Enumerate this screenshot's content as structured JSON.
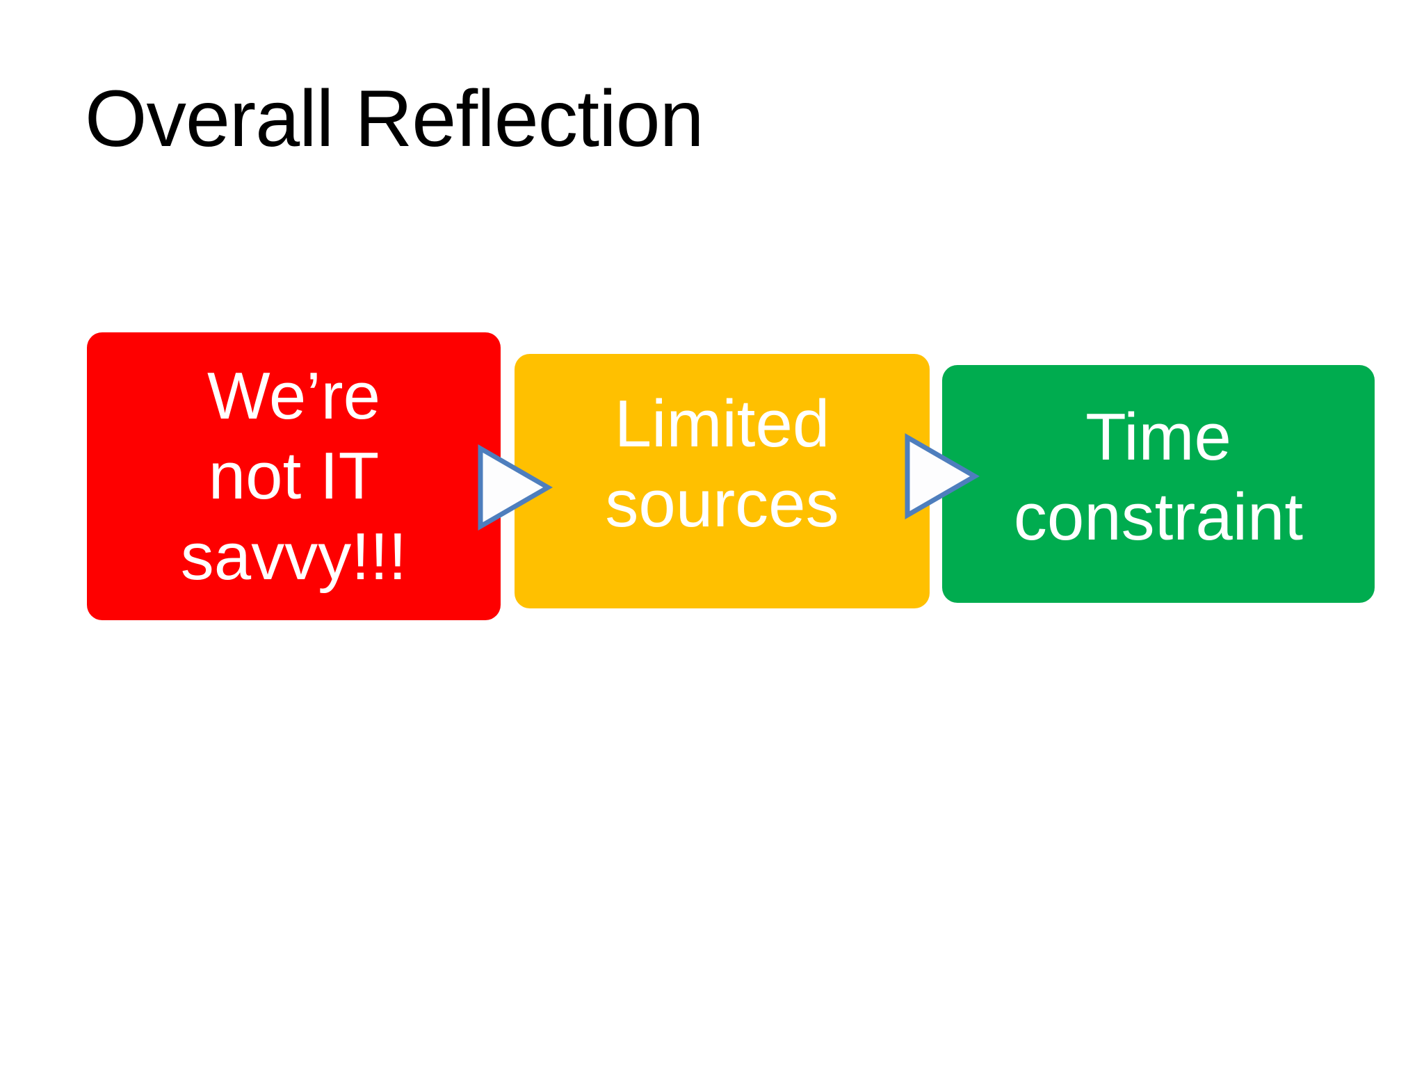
{
  "slide": {
    "title": "Overall Reflection",
    "background_color": "#FFFFFF",
    "title_color": "#000000"
  },
  "flow": {
    "boxes": [
      {
        "id": "not-it-savvy",
        "text": "We’re\nnot IT\nsavvy!!!",
        "color": "#FE0000",
        "text_color": "#FFFFFF"
      },
      {
        "id": "limited-sources",
        "text": "Limited\nsources",
        "color": "#FFC000",
        "text_color": "#FFFFFF"
      },
      {
        "id": "time-constraint",
        "text": "Time\nconstraint",
        "color": "#00AC4F",
        "text_color": "#FFFFFF"
      }
    ],
    "arrow_style": {
      "fill": "#FDFDFE",
      "stroke": "#4E7EBD"
    }
  }
}
